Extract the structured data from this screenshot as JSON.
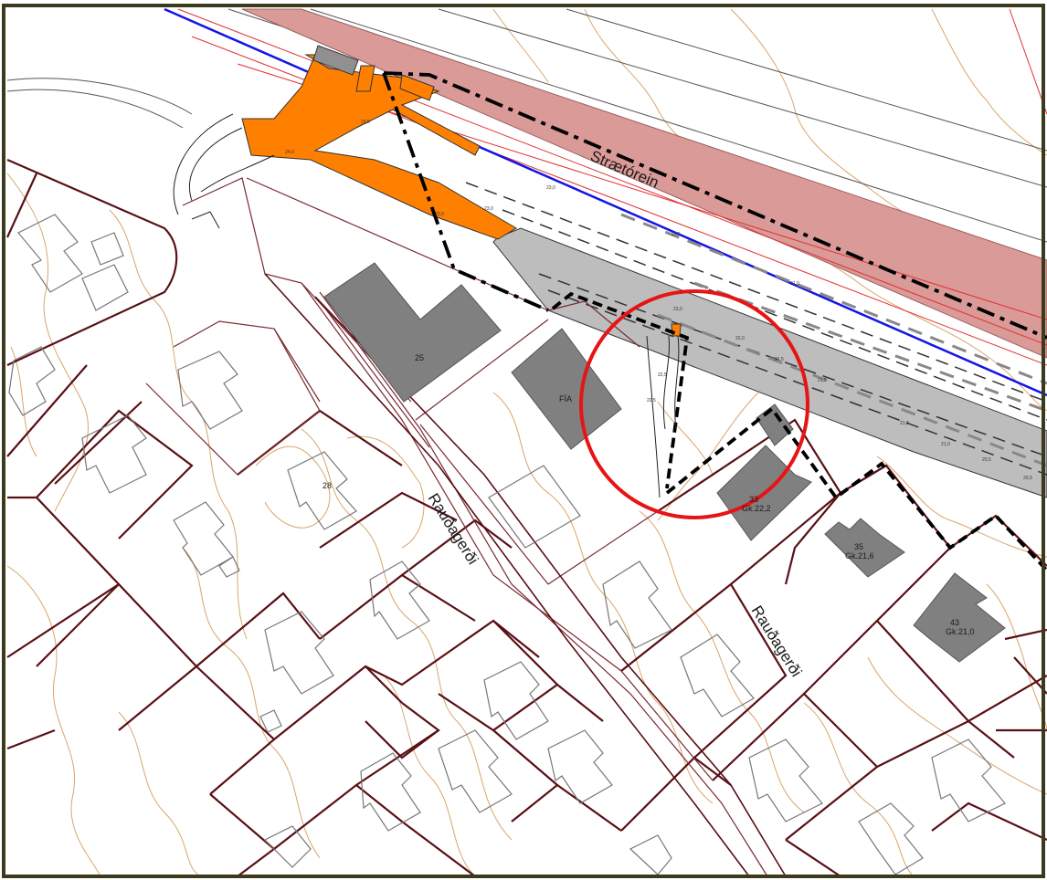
{
  "labels": {
    "street_strætó": "Strætórein",
    "street_raudagerdi_main": "Rauðagerði",
    "street_raudagerdi_side": "Rauðagerði"
  },
  "buildings": {
    "b25": "25",
    "bfa": "FÍA",
    "b28": "28",
    "b33_num": "33",
    "b33_gk": "Gk.22,2",
    "b35_num": "35",
    "b35_gk": "Gk.21,6",
    "b43_num": "43",
    "b43_gk": "Gk.21,0"
  },
  "elevations": {
    "e1": "23,0",
    "e2": "24,0",
    "e3": "23,5",
    "e4": "23,0",
    "e5": "23,0",
    "e6": "23,0",
    "e7": "22,5",
    "e8": "22,5",
    "e9": "22,5",
    "e10": "22,0",
    "e11": "21,5",
    "e12": "21,5",
    "e13": "21,0",
    "e14": "21,0",
    "e15": "21,0",
    "e16": "20,5",
    "e17": "20,5"
  },
  "colors": {
    "frame": "#3b3a1c",
    "lot_line": "#5a0f14",
    "contour": "#d9a56b",
    "bus_lane": "#d99a98",
    "blue_line": "#1414e6",
    "red_line": "#e23030",
    "orange_paving": "#ff8000",
    "building": "#808080",
    "highlight_circle": "#e61414",
    "boundary": "#000000"
  }
}
